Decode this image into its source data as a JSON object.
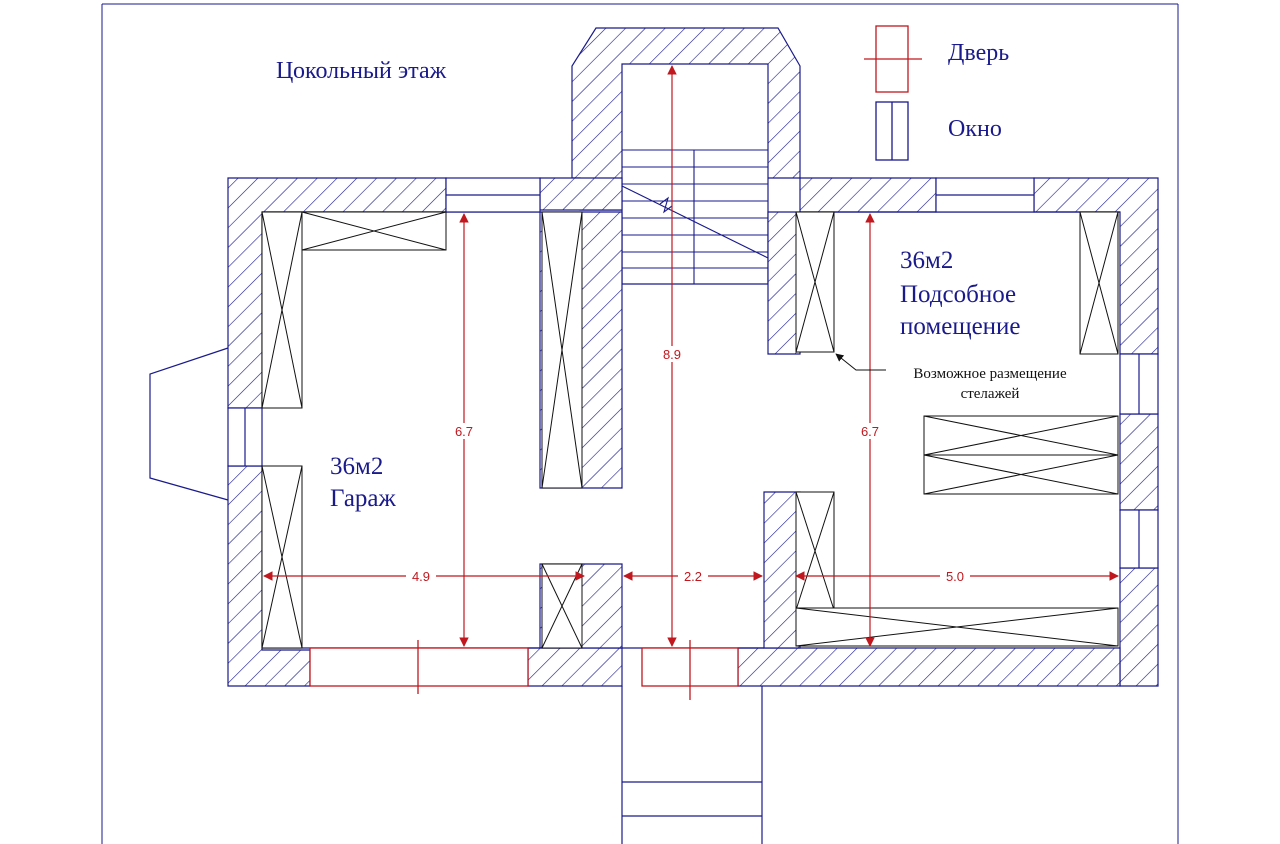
{
  "title": "Цокольный этаж",
  "legend": {
    "door_label": "Дверь",
    "window_label": "Окно"
  },
  "rooms": {
    "garage": {
      "area": "36м2",
      "name": "Гараж"
    },
    "utility": {
      "area": "36м2",
      "name_line1": "Подсобное",
      "name_line2": "помещение"
    }
  },
  "annotation": {
    "line1": "Возможное размещение",
    "line2": "стелажей"
  },
  "dimensions": {
    "garage_height": "6.7",
    "stair_length": "8.9",
    "utility_height": "6.7",
    "garage_width": "4.9",
    "hall_width": "2.2",
    "utility_width": "5.0"
  },
  "colors": {
    "wall": "#1a1a8c",
    "door": "#c0181e",
    "dimension": "#c0181e",
    "shelf": "#111111"
  }
}
